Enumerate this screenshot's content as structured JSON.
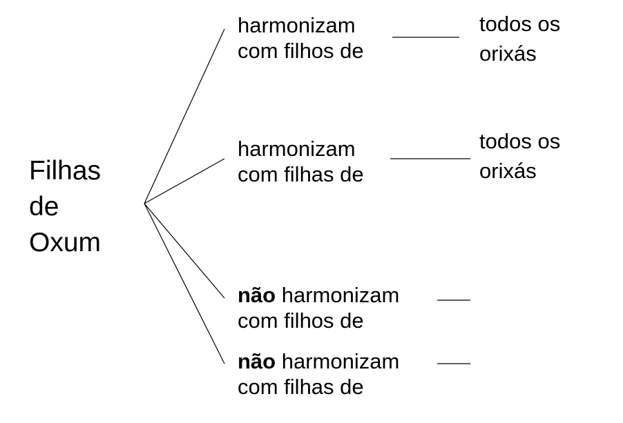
{
  "root": {
    "lines": [
      "Filhas",
      "de",
      "Oxum"
    ]
  },
  "branches": [
    {
      "line1": "harmonizam",
      "line2": "com filhos de",
      "target": [
        "todos os",
        "orixás"
      ]
    },
    {
      "line1": "harmonizam",
      "line2": "com filhas de",
      "target": [
        "todos os",
        "orixás"
      ]
    },
    {
      "negation": "não",
      "line1": "harmonizam",
      "line2": "com filhos de"
    },
    {
      "negation": "não",
      "line1": "harmonizam",
      "line2": "com filhas de"
    }
  ],
  "colors": {
    "text": "#000000",
    "lines": "#000000",
    "background": "#ffffff"
  }
}
